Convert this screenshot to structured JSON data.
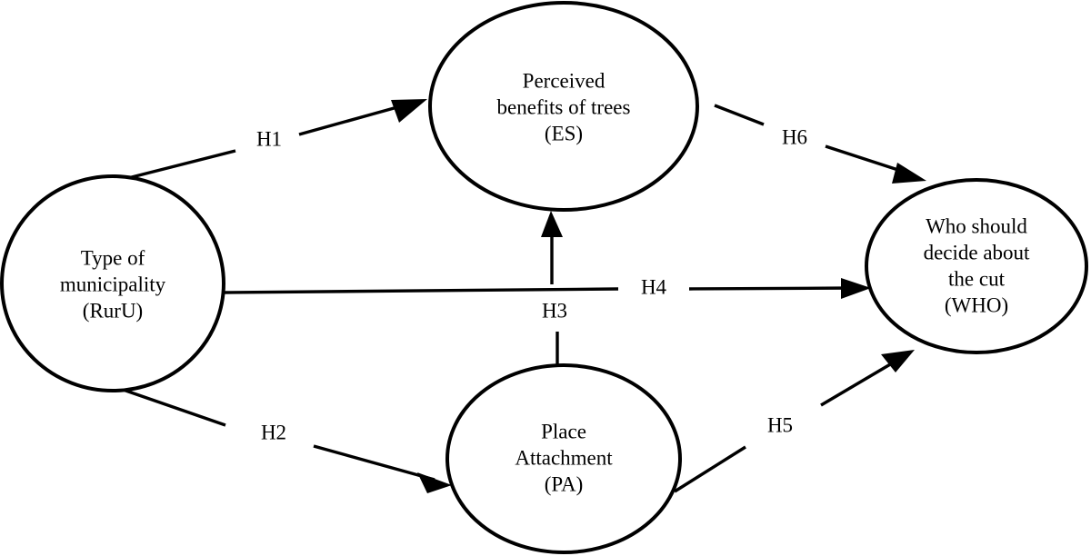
{
  "diagram": {
    "type": "path-model-diagram",
    "background_color": "#ffffff",
    "stroke_color": "#000000",
    "nodes": [
      {
        "id": "RurU",
        "shape": "circle",
        "lines": [
          "Type of",
          "municipality",
          "(RurU)"
        ],
        "line1": "Type of",
        "line2": "municipality",
        "line3": "(RurU)"
      },
      {
        "id": "ES",
        "shape": "ellipse",
        "lines": [
          "Perceived",
          "benefits of trees",
          "(ES)"
        ],
        "line1": "Perceived",
        "line2": "benefits of trees",
        "line3": "(ES)"
      },
      {
        "id": "WHO",
        "shape": "ellipse",
        "lines": [
          "Who should",
          "decide about",
          "the cut",
          "(WHO)"
        ],
        "line1": "Who should",
        "line2": "decide about",
        "line3": "the cut",
        "line4": "(WHO)"
      },
      {
        "id": "PA",
        "shape": "ellipse",
        "lines": [
          "Place",
          "Attachment",
          "(PA)"
        ],
        "line1": "Place",
        "line2": "Attachment",
        "line3": "(PA)"
      }
    ],
    "edges": [
      {
        "id": "H1",
        "label": "H1",
        "from": "RurU",
        "to": "ES"
      },
      {
        "id": "H2",
        "label": "H2",
        "from": "RurU",
        "to": "PA"
      },
      {
        "id": "H3",
        "label": "H3",
        "from": "PA",
        "to": "ES"
      },
      {
        "id": "H4",
        "label": "H4",
        "from": "RurU",
        "to": "WHO"
      },
      {
        "id": "H5",
        "label": "H5",
        "from": "PA",
        "to": "WHO"
      },
      {
        "id": "H6",
        "label": "H6",
        "from": "ES",
        "to": "WHO"
      }
    ]
  }
}
